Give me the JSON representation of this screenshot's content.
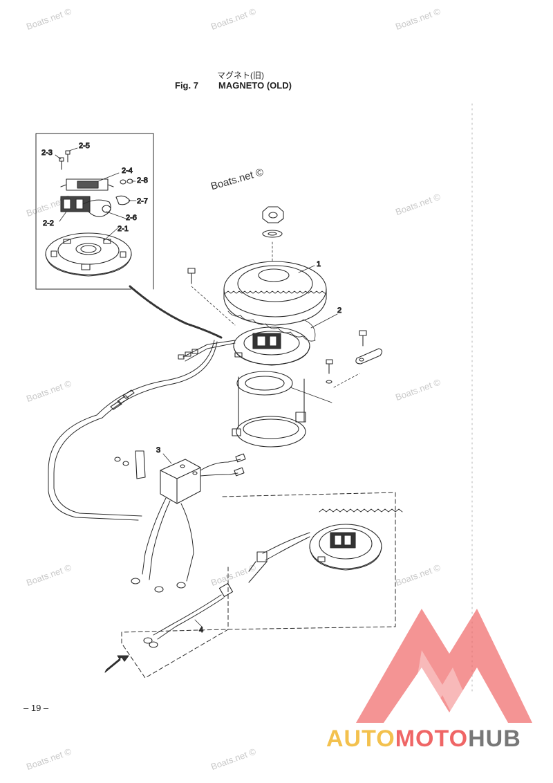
{
  "header": {
    "subtitle_jp": "マグネト(旧)",
    "fig_label": "Fig. 7",
    "fig_title": "MAGNETO (OLD)"
  },
  "watermark": {
    "text": "Boats.net ©"
  },
  "callouts": {
    "c1": "1",
    "c2": "2",
    "c3": "3",
    "c4": "4",
    "c21": "2-1",
    "c22": "2-2",
    "c23": "2-3",
    "c24": "2-4",
    "c25": "2-5",
    "c26": "2-6",
    "c27": "2-7",
    "c28": "2-8"
  },
  "footer": {
    "page_number": "– 19 –"
  },
  "logo": {
    "part_a": "AUTO",
    "part_b": "MOTO",
    "part_c": "HUB",
    "colors": {
      "auto": "#f3c14e",
      "moto": "#ef6666",
      "hub": "#777777",
      "mark": "#ef6666"
    }
  }
}
